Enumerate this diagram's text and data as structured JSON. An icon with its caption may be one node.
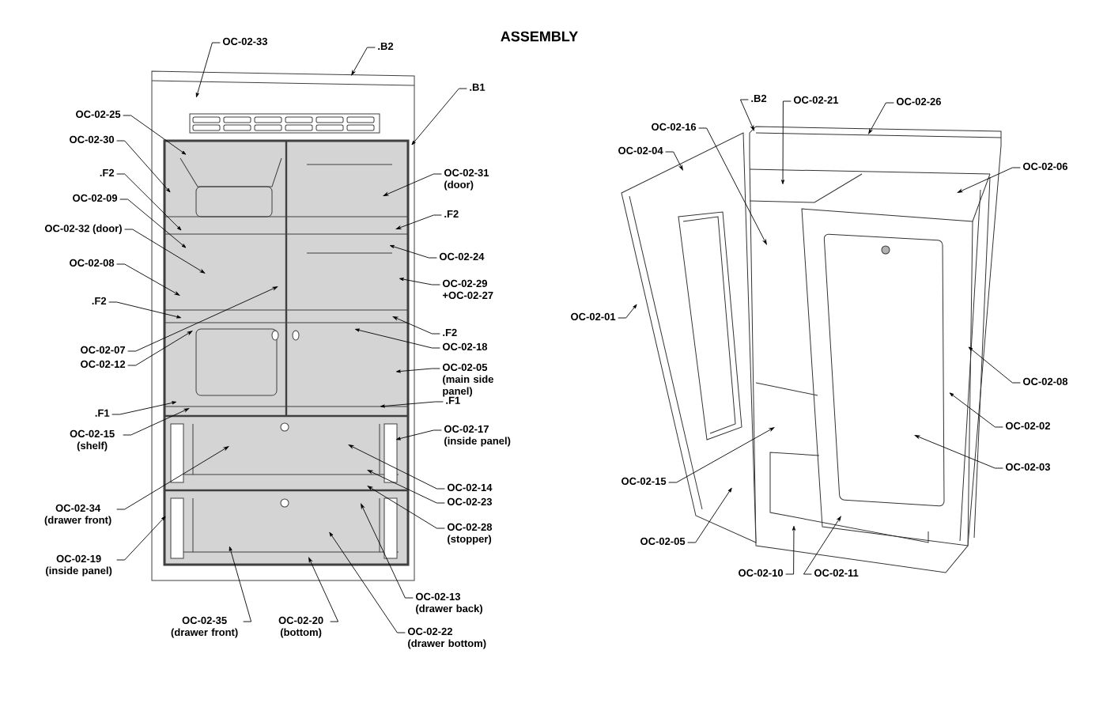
{
  "diagram": {
    "title": "ASSEMBLY",
    "nodes": [
      {
        "text": [
          "OC-02-33"
        ]
      },
      {
        "text": [
          ".B2"
        ]
      },
      {
        "text": [
          ".B1"
        ]
      },
      {
        "text": [
          "OC-02-25"
        ]
      },
      {
        "text": [
          "OC-02-30"
        ]
      },
      {
        "text": [
          ".F2"
        ]
      },
      {
        "text": [
          "OC-02-09"
        ]
      },
      {
        "text": [
          "OC-02-32 (door)"
        ]
      },
      {
        "text": [
          "OC-02-08"
        ]
      },
      {
        "text": [
          ".F2"
        ]
      },
      {
        "text": [
          "OC-02-07"
        ]
      },
      {
        "text": [
          "OC-02-12"
        ]
      },
      {
        "text": [
          "OC-02-31 (door)"
        ]
      },
      {
        "text": [
          ".F2"
        ]
      },
      {
        "text": [
          "OC-02-24"
        ]
      },
      {
        "text": [
          "OC-02-29 +OC-02-27"
        ]
      },
      {
        "text": [
          ".F2"
        ]
      },
      {
        "text": [
          "OC-02-18"
        ]
      },
      {
        "text": [
          "OC-02-05 (main side panel)"
        ]
      },
      {
        "text": [
          ".F1"
        ]
      },
      {
        "text": [
          ".F1"
        ]
      },
      {
        "text": [
          "OC-02-15 (shelf)"
        ]
      },
      {
        "text": [
          "OC-02-17 (inside panel)"
        ]
      },
      {
        "text": [
          "OC-02-14"
        ]
      },
      {
        "text": [
          "OC-02-23"
        ]
      },
      {
        "text": [
          "OC-02-28 (stopper)"
        ]
      },
      {
        "text": [
          "OC-02-34 (drawer front)"
        ]
      },
      {
        "text": [
          "OC-02-19 (inside panel)"
        ]
      },
      {
        "text": [
          "OC-02-35 (drawer front)"
        ]
      },
      {
        "text": [
          "OC-02-20 (bottom)"
        ]
      },
      {
        "text": [
          "OC-02-13 (drawer back)"
        ]
      },
      {
        "text": [
          "OC-02-22 (drawer bottom)"
        ]
      },
      {
        "text": [
          ".B2"
        ]
      },
      {
        "text": [
          "OC-02-21"
        ]
      },
      {
        "text": [
          "OC-02-26"
        ]
      },
      {
        "text": [
          "OC-02-16"
        ]
      },
      {
        "text": [
          "OC-02-04"
        ]
      },
      {
        "text": [
          "OC-02-06"
        ]
      },
      {
        "text": [
          "OC-02-01"
        ]
      },
      {
        "text": [
          "OC-02-08"
        ]
      },
      {
        "text": [
          "OC-02-02"
        ]
      },
      {
        "text": [
          "OC-02-15"
        ]
      },
      {
        "text": [
          "OC-02-03"
        ]
      },
      {
        "text": [
          "OC-02-05"
        ]
      },
      {
        "text": [
          "OC-02-10"
        ]
      },
      {
        "text": [
          "OC-02-11"
        ]
      }
    ],
    "edges": [
      {
        "from": 0,
        "to": null,
        "arrow": "to"
      },
      {
        "from": 1,
        "to": null,
        "arrow": "to"
      },
      {
        "from": 2,
        "to": null,
        "arrow": "to"
      },
      {
        "from": 3,
        "to": null,
        "arrow": "to"
      },
      {
        "from": 4,
        "to": null,
        "arrow": "to"
      },
      {
        "from": 5,
        "to": null,
        "arrow": "to"
      },
      {
        "from": 6,
        "to": null,
        "arrow": "to"
      },
      {
        "from": 7,
        "to": null,
        "arrow": "to"
      },
      {
        "from": 8,
        "to": null,
        "arrow": "to"
      },
      {
        "from": 9,
        "to": null,
        "arrow": "to"
      },
      {
        "from": 10,
        "to": null,
        "arrow": "to"
      },
      {
        "from": 11,
        "to": null,
        "arrow": "to"
      },
      {
        "from": 12,
        "to": null,
        "arrow": "to"
      },
      {
        "from": 13,
        "to": null,
        "arrow": "to"
      },
      {
        "from": 14,
        "to": null,
        "arrow": "to"
      },
      {
        "from": 15,
        "to": null,
        "arrow": "to"
      },
      {
        "from": 16,
        "to": null,
        "arrow": "to"
      },
      {
        "from": 17,
        "to": null,
        "arrow": "to"
      },
      {
        "from": 18,
        "to": null,
        "arrow": "to"
      },
      {
        "from": 19,
        "to": null,
        "arrow": "to"
      },
      {
        "from": 20,
        "to": null,
        "arrow": "to"
      },
      {
        "from": 21,
        "to": null,
        "arrow": "to"
      },
      {
        "from": 22,
        "to": null,
        "arrow": "to"
      },
      {
        "from": 23,
        "to": null,
        "arrow": "to"
      },
      {
        "from": 24,
        "to": null,
        "arrow": "to"
      },
      {
        "from": 25,
        "to": null,
        "arrow": "to"
      },
      {
        "from": 26,
        "to": null,
        "arrow": "to"
      },
      {
        "from": 27,
        "to": null,
        "arrow": "to"
      },
      {
        "from": 28,
        "to": null,
        "arrow": "to"
      },
      {
        "from": 29,
        "to": null,
        "arrow": "to"
      },
      {
        "from": 30,
        "to": null,
        "arrow": "to"
      },
      {
        "from": 31,
        "to": null,
        "arrow": "to"
      },
      {
        "from": 32,
        "to": null,
        "arrow": "to"
      },
      {
        "from": 33,
        "to": null,
        "arrow": "to"
      },
      {
        "from": 34,
        "to": null,
        "arrow": "to"
      },
      {
        "from": 35,
        "to": null,
        "arrow": "to"
      },
      {
        "from": 36,
        "to": null,
        "arrow": "to"
      },
      {
        "from": 37,
        "to": null,
        "arrow": "to"
      },
      {
        "from": 38,
        "to": null,
        "arrow": "to"
      },
      {
        "from": 39,
        "to": null,
        "arrow": "to"
      },
      {
        "from": 40,
        "to": null,
        "arrow": "to"
      },
      {
        "from": 41,
        "to": null,
        "arrow": "to"
      },
      {
        "from": 42,
        "to": null,
        "arrow": "to"
      },
      {
        "from": 43,
        "to": null,
        "arrow": "to"
      },
      {
        "from": 44,
        "to": null,
        "arrow": "to"
      },
      {
        "from": 45,
        "to": null,
        "arrow": "to"
      }
    ]
  }
}
